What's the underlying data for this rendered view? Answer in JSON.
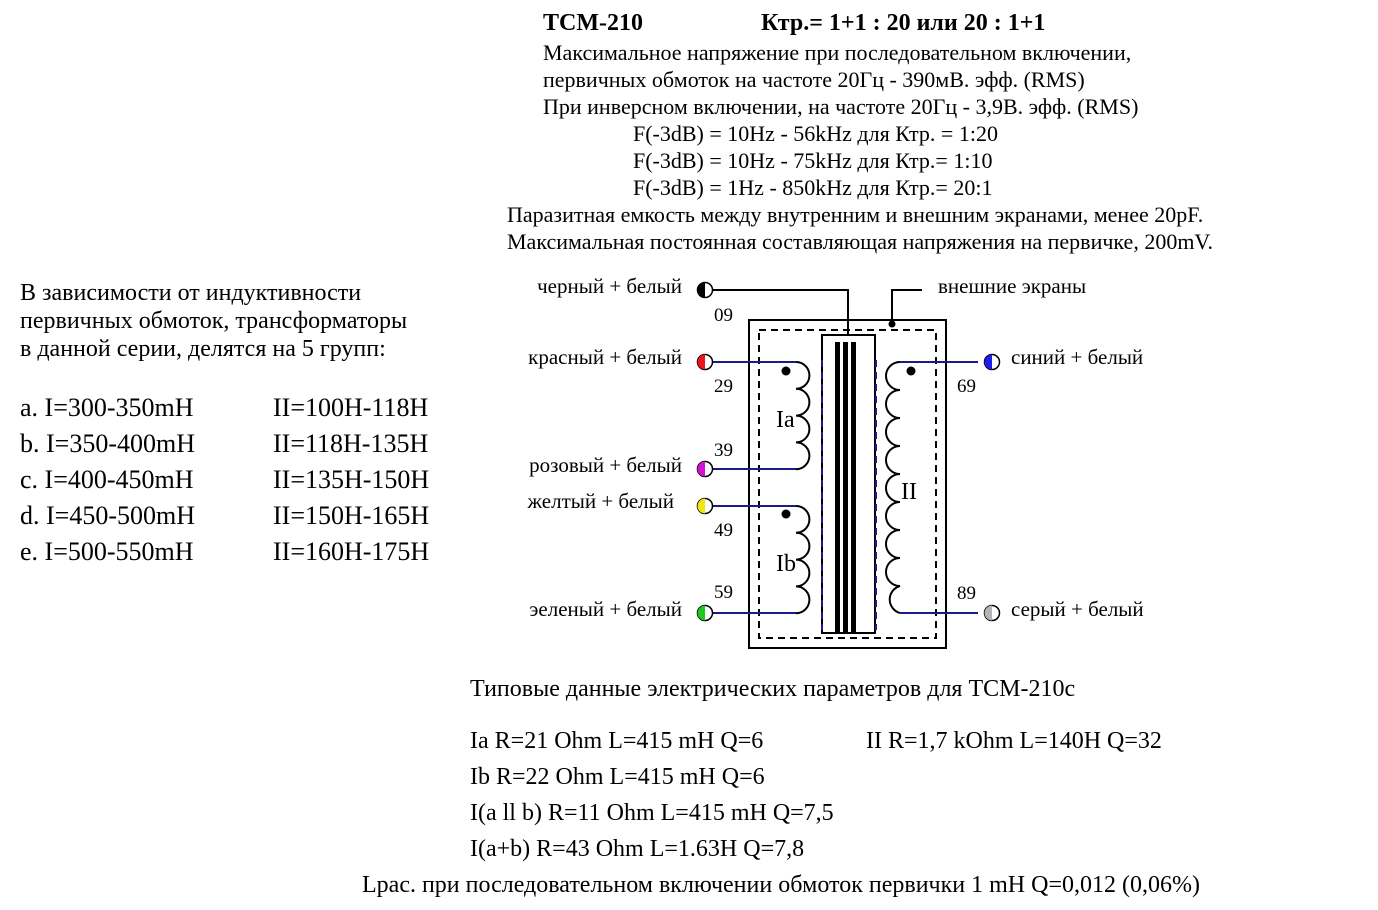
{
  "header": {
    "model": "ТСМ-210",
    "ratio": "Ктр.= 1+1 : 20 или 20 : 1+1",
    "lines": [
      "Максимальное напряжение при последовательном включении,",
      "первичных обмоток на частоте 20Гц - 390мВ. эфф. (RMS)",
      "При инверсном включении, на частоте 20Гц - 3,9В. эфф. (RMS)",
      "F(-3dB) = 10Hz - 56kHz для Ктр. = 1:20",
      "F(-3dB) = 10Hz - 75kHz для Ктр.= 1:10",
      "F(-3dB) = 1Hz - 850kHz для Ктр.= 20:1",
      "Паразитная емкость между внутренним и внешним экранами, менее 20pF.",
      "Максимальная постоянная составляющая напряжения на первичке, 200mV."
    ]
  },
  "groups": {
    "intro": [
      "В зависимости от индуктивности",
      "первичных обмоток, трансформаторы",
      "в данной серии, делятся на 5 групп:"
    ],
    "rows": [
      {
        "primary": "a. I=300-350mH",
        "secondary": "II=100H-118H"
      },
      {
        "primary": "b. I=350-400mH",
        "secondary": "II=118H-135H"
      },
      {
        "primary": "c. I=400-450mH",
        "secondary": "II=135H-150H"
      },
      {
        "primary": "d. I=450-500mH",
        "secondary": "II=150H-165H"
      },
      {
        "primary": "e. I=500-550mH",
        "secondary": "II=160H-175H"
      }
    ]
  },
  "diagram": {
    "shields_label": "внешние экраны",
    "winding_labels": {
      "ia": "Ia",
      "ib": "Ib",
      "ii": "II"
    },
    "pins": [
      {
        "number": "09",
        "label": "черный + белый",
        "color": "#000000"
      },
      {
        "number": "29",
        "label": "красный + белый",
        "color": "#e8141e"
      },
      {
        "number": "39",
        "label": "розовый + белый",
        "color": "#d214d2"
      },
      {
        "number": "49",
        "label": "желтый + белый",
        "color": "#f0e614"
      },
      {
        "number": "59",
        "label": "эеленый + белый",
        "color": "#1ec81e"
      },
      {
        "number": "69",
        "label": "синий + белый",
        "color": "#1e1ee6"
      },
      {
        "number": "89",
        "label": "серый + белый",
        "color": "#b4b4b4"
      }
    ],
    "wire_color": "#1a1a8c",
    "shield_color": "#1a1a8c"
  },
  "params": {
    "title": "Типовые данные электрических параметров для ТСМ-210с",
    "ia": "Ia R=21 Ohm L=415 mH Q=6",
    "ii": "II R=1,7 kOhm L=140H Q=32",
    "ib": "Ib R=22 Ohm L=415 mH Q=6",
    "parallel": "I(a ll b)  R=11 Ohm L=415 mH Q=7,5",
    "series": "I(a+b)  R=43 Ohm L=1.63H Q=7,8",
    "leakage": "Lрас. при последовательном включении обмоток первички  1 mH Q=0,012 (0,06%)"
  }
}
